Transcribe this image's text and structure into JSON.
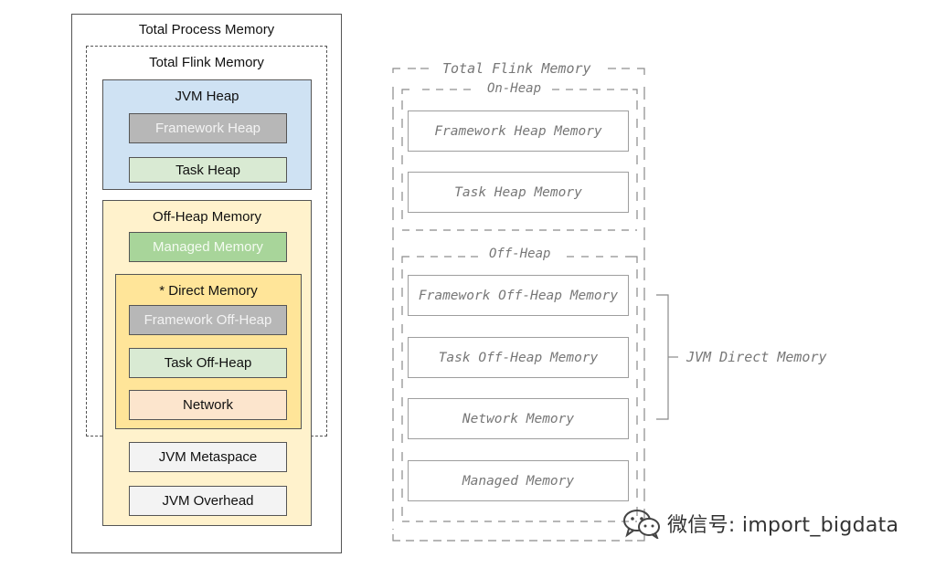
{
  "left": {
    "total_process": "Total Process Memory",
    "total_flink": "Total Flink Memory",
    "jvm_heap": {
      "title": "JVM Heap",
      "items": [
        "Framework Heap",
        "Task Heap"
      ]
    },
    "off_heap": {
      "title": "Off-Heap Memory",
      "managed": "Managed Memory",
      "direct": {
        "title": "* Direct Memory",
        "items": [
          "Framework Off-Heap",
          "Task Off-Heap",
          "Network"
        ]
      }
    },
    "jvm_metaspace": "JVM Metaspace",
    "jvm_overhead": "JVM Overhead"
  },
  "right": {
    "total_flink": "Total Flink Memory",
    "on_heap": "On-Heap",
    "framework_heap": "Framework Heap Memory",
    "task_heap": "Task Heap Memory",
    "off_heap": "Off-Heap",
    "framework_off_heap": "Framework Off-Heap Memory",
    "task_off_heap": "Task Off-Heap Memory",
    "network": "Network Memory",
    "managed": "Managed Memory",
    "jvm_direct": "JVM Direct Memory"
  },
  "watermark": {
    "text": "微信号: import_bigdata",
    "icon": "wechat-icon"
  }
}
